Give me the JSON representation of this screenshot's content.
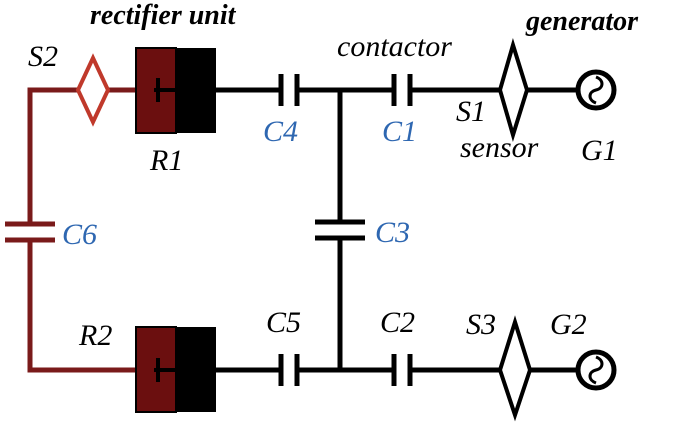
{
  "colors": {
    "wire": "#000000",
    "dark_red_wire": "#7a1a1a",
    "sensor_red": "#c0392b",
    "blue_label": "#2e67b1",
    "rectifier_red": "#6b0f0f",
    "rectifier_black": "#000000"
  },
  "labels": {
    "rectifier_unit": "rectifier unit",
    "generator": "generator",
    "contactor": "contactor",
    "sensor": "sensor",
    "s1": "S1",
    "s2": "S2",
    "s3": "S3",
    "g1": "G1",
    "g2": "G2",
    "r1": "R1",
    "r2": "R2",
    "c1": "C1",
    "c2": "C2",
    "c3": "C3",
    "c4": "C4",
    "c5": "C5",
    "c6": "C6"
  }
}
